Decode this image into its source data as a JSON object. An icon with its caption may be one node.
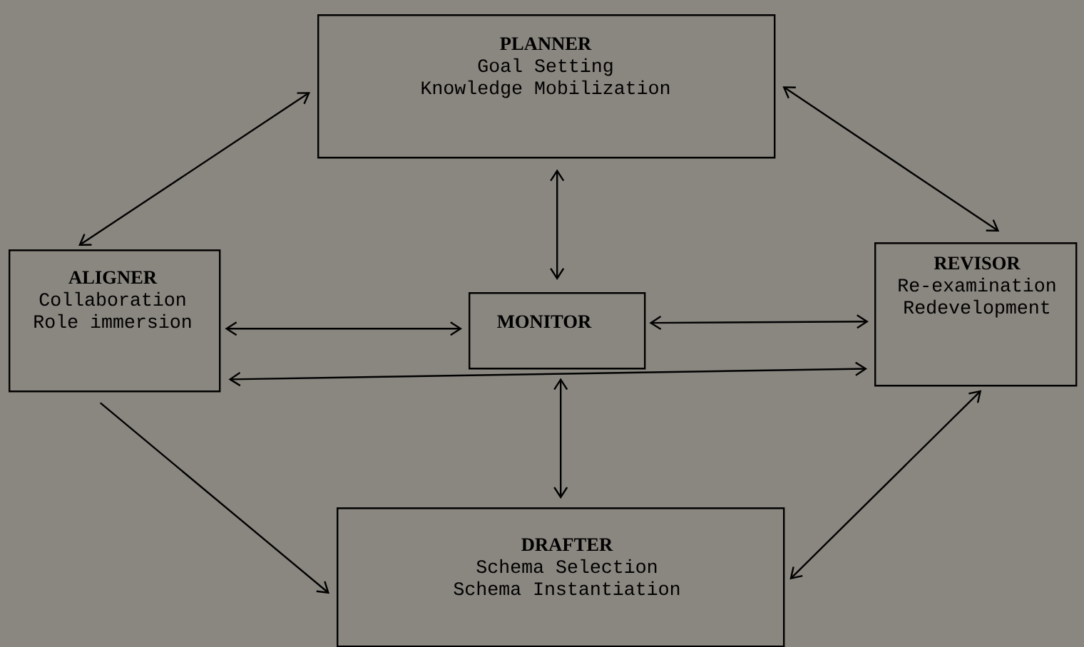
{
  "diagram": {
    "nodes": [
      {
        "text": [
          "PLANNER",
          "Goal Setting",
          "Knowledge Mobilization"
        ]
      },
      {
        "text": [
          "ALIGNER",
          "Collaboration",
          "Role immersion"
        ]
      },
      {
        "text": [
          "MONITOR"
        ]
      },
      {
        "text": [
          "REVISOR",
          "Re-examination",
          "Redevelopment"
        ]
      },
      {
        "text": [
          "DRAFTER",
          "Schema Selection",
          "Schema Instantiation"
        ]
      }
    ],
    "edges": [
      {
        "from": 0,
        "to": 1,
        "arrow": "both"
      },
      {
        "from": 0,
        "to": 3,
        "arrow": "both"
      },
      {
        "from": 0,
        "to": 2,
        "arrow": "both"
      },
      {
        "from": 1,
        "to": 2,
        "arrow": "both"
      },
      {
        "from": 2,
        "to": 3,
        "arrow": "both"
      },
      {
        "from": 1,
        "to": 3,
        "arrow": "both"
      },
      {
        "from": 2,
        "to": 4,
        "arrow": "both"
      },
      {
        "from": 1,
        "to": 4,
        "arrow": "to"
      },
      {
        "from": 4,
        "to": 3,
        "arrow": "both"
      }
    ]
  }
}
